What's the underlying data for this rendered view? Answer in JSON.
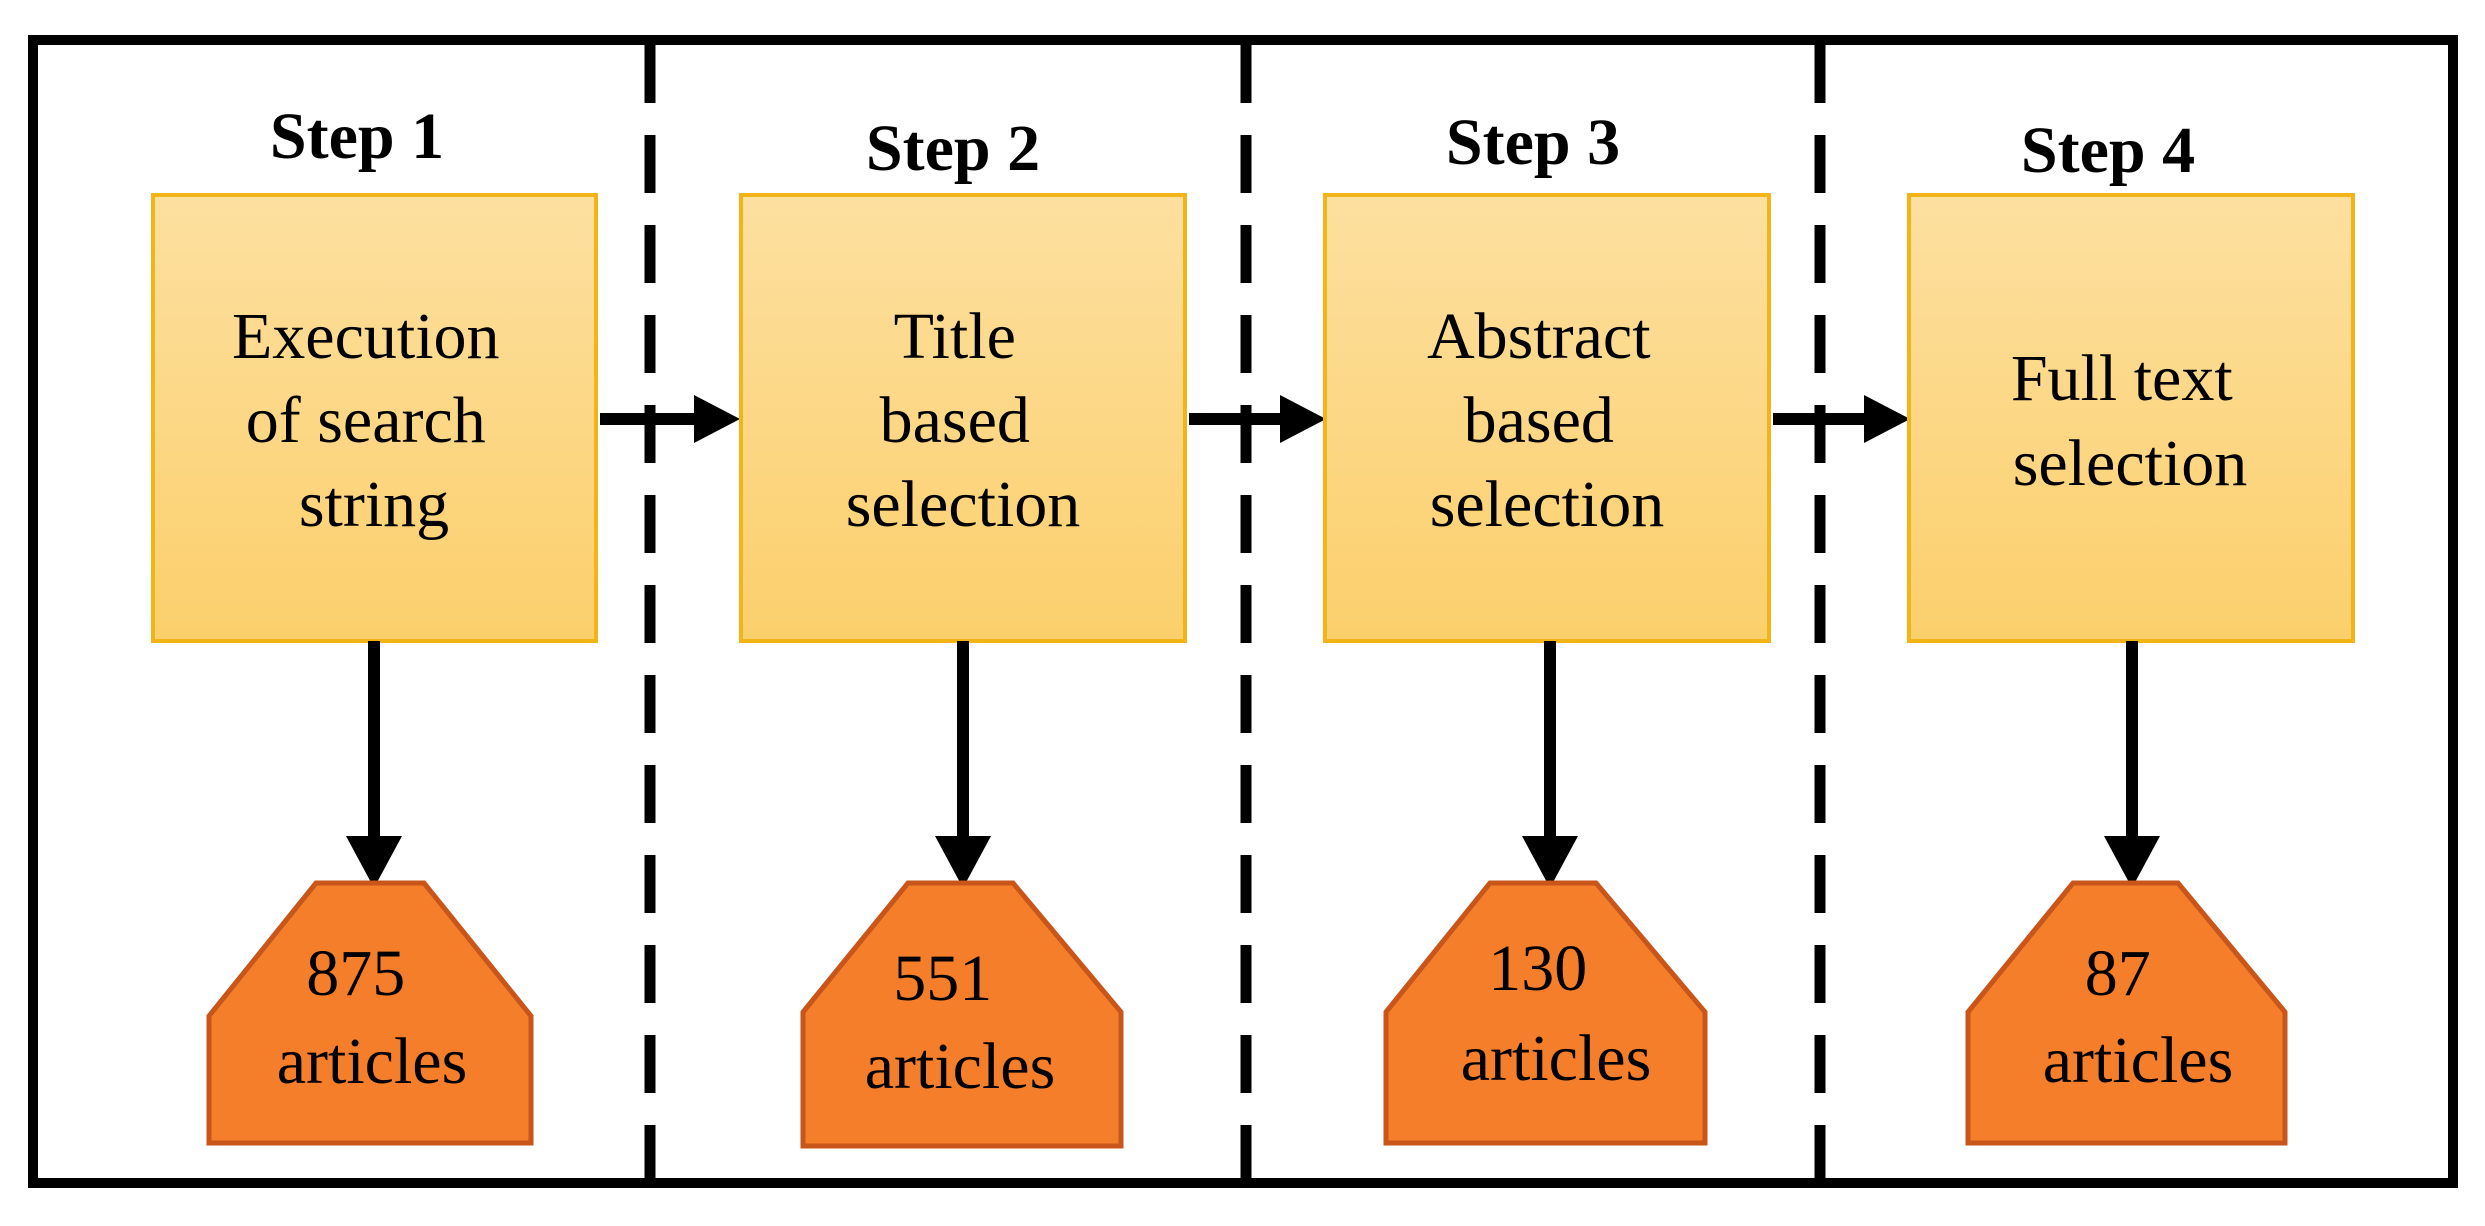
{
  "colors": {
    "process_fill_top": "#FDE0A0",
    "process_fill_bottom": "#FBCF6B",
    "process_border": "#F2B417",
    "result_fill": "#F57E2A",
    "result_border": "#C8561A",
    "line": "#000000"
  },
  "steps": [
    {
      "label": "Step 1",
      "process_lines": [
        "Execution",
        "of search",
        "string"
      ],
      "result_lines": [
        "875",
        "articles"
      ]
    },
    {
      "label": "Step 2",
      "process_lines": [
        "Title",
        "based",
        "selection"
      ],
      "result_lines": [
        "551",
        "articles"
      ]
    },
    {
      "label": "Step 3",
      "process_lines": [
        "Abstract",
        "based",
        "selection"
      ],
      "result_lines": [
        "130",
        "articles"
      ]
    },
    {
      "label": "Step 4",
      "process_lines": [
        "Full text",
        "selection"
      ],
      "result_lines": [
        "87",
        "articles"
      ]
    }
  ]
}
